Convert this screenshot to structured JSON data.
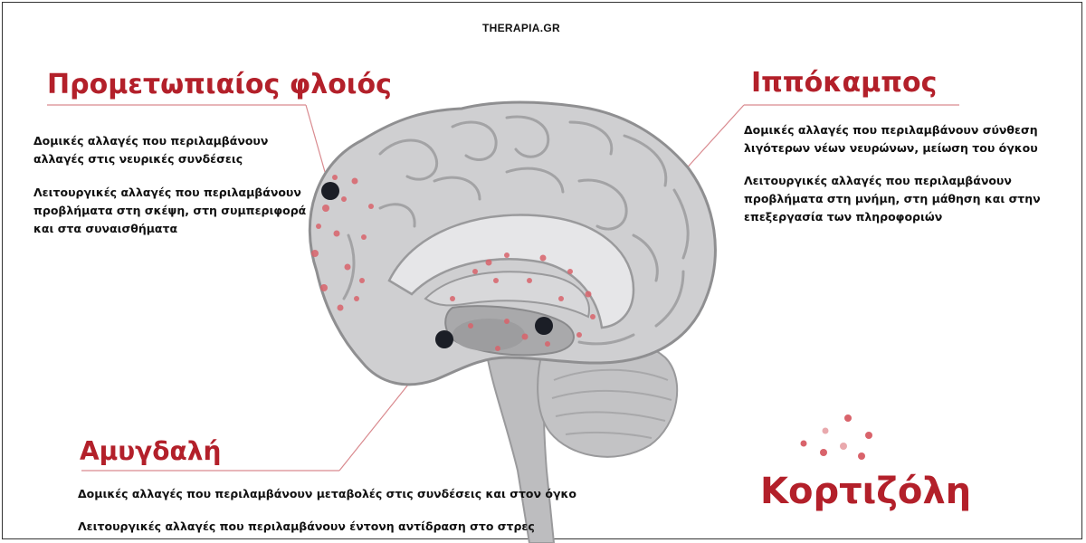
{
  "watermark": "THERAPIA.GR",
  "regions": {
    "prefrontal": {
      "title": "Προμετωπιαίος φλοιός",
      "structural": "Δομικές αλλαγές που περιλαμβάνουν\nαλλαγές στις νευρικές συνδέσεις",
      "functional": "Λειτουργικές αλλαγές που περιλαμβάνουν\nπροβλήματα στη σκέψη, στη συμπεριφορά\nκαι στα συναισθήματα"
    },
    "hippocampus": {
      "title": "Ιππόκαμπος",
      "structural": "Δομικές αλλαγές που περιλαμβάνουν σύνθεση\nλιγότερων νέων νευρώνων, μείωση του όγκου",
      "functional": "Λειτουργικές αλλαγές που περιλαμβάνουν\nπροβλήματα στη μνήμη, στη μάθηση και στην\nεπεξεργασία των πληροφοριών"
    },
    "amygdala": {
      "title": "Αμυγδαλή",
      "structural": "Δομικές αλλαγές που περιλαμβάνουν μεταβολές στις συνδέσεις και στον όγκο",
      "functional": "Λειτουργικές αλλαγές που περιλαμβάνουν έντονη αντίδραση στο στρες"
    }
  },
  "legend": {
    "label": "Κορτιζόλη"
  },
  "colors": {
    "accent": "#b3202a",
    "dot": "#d9636b",
    "brain": "#c9c9cb",
    "marker": "#1b1e26"
  }
}
